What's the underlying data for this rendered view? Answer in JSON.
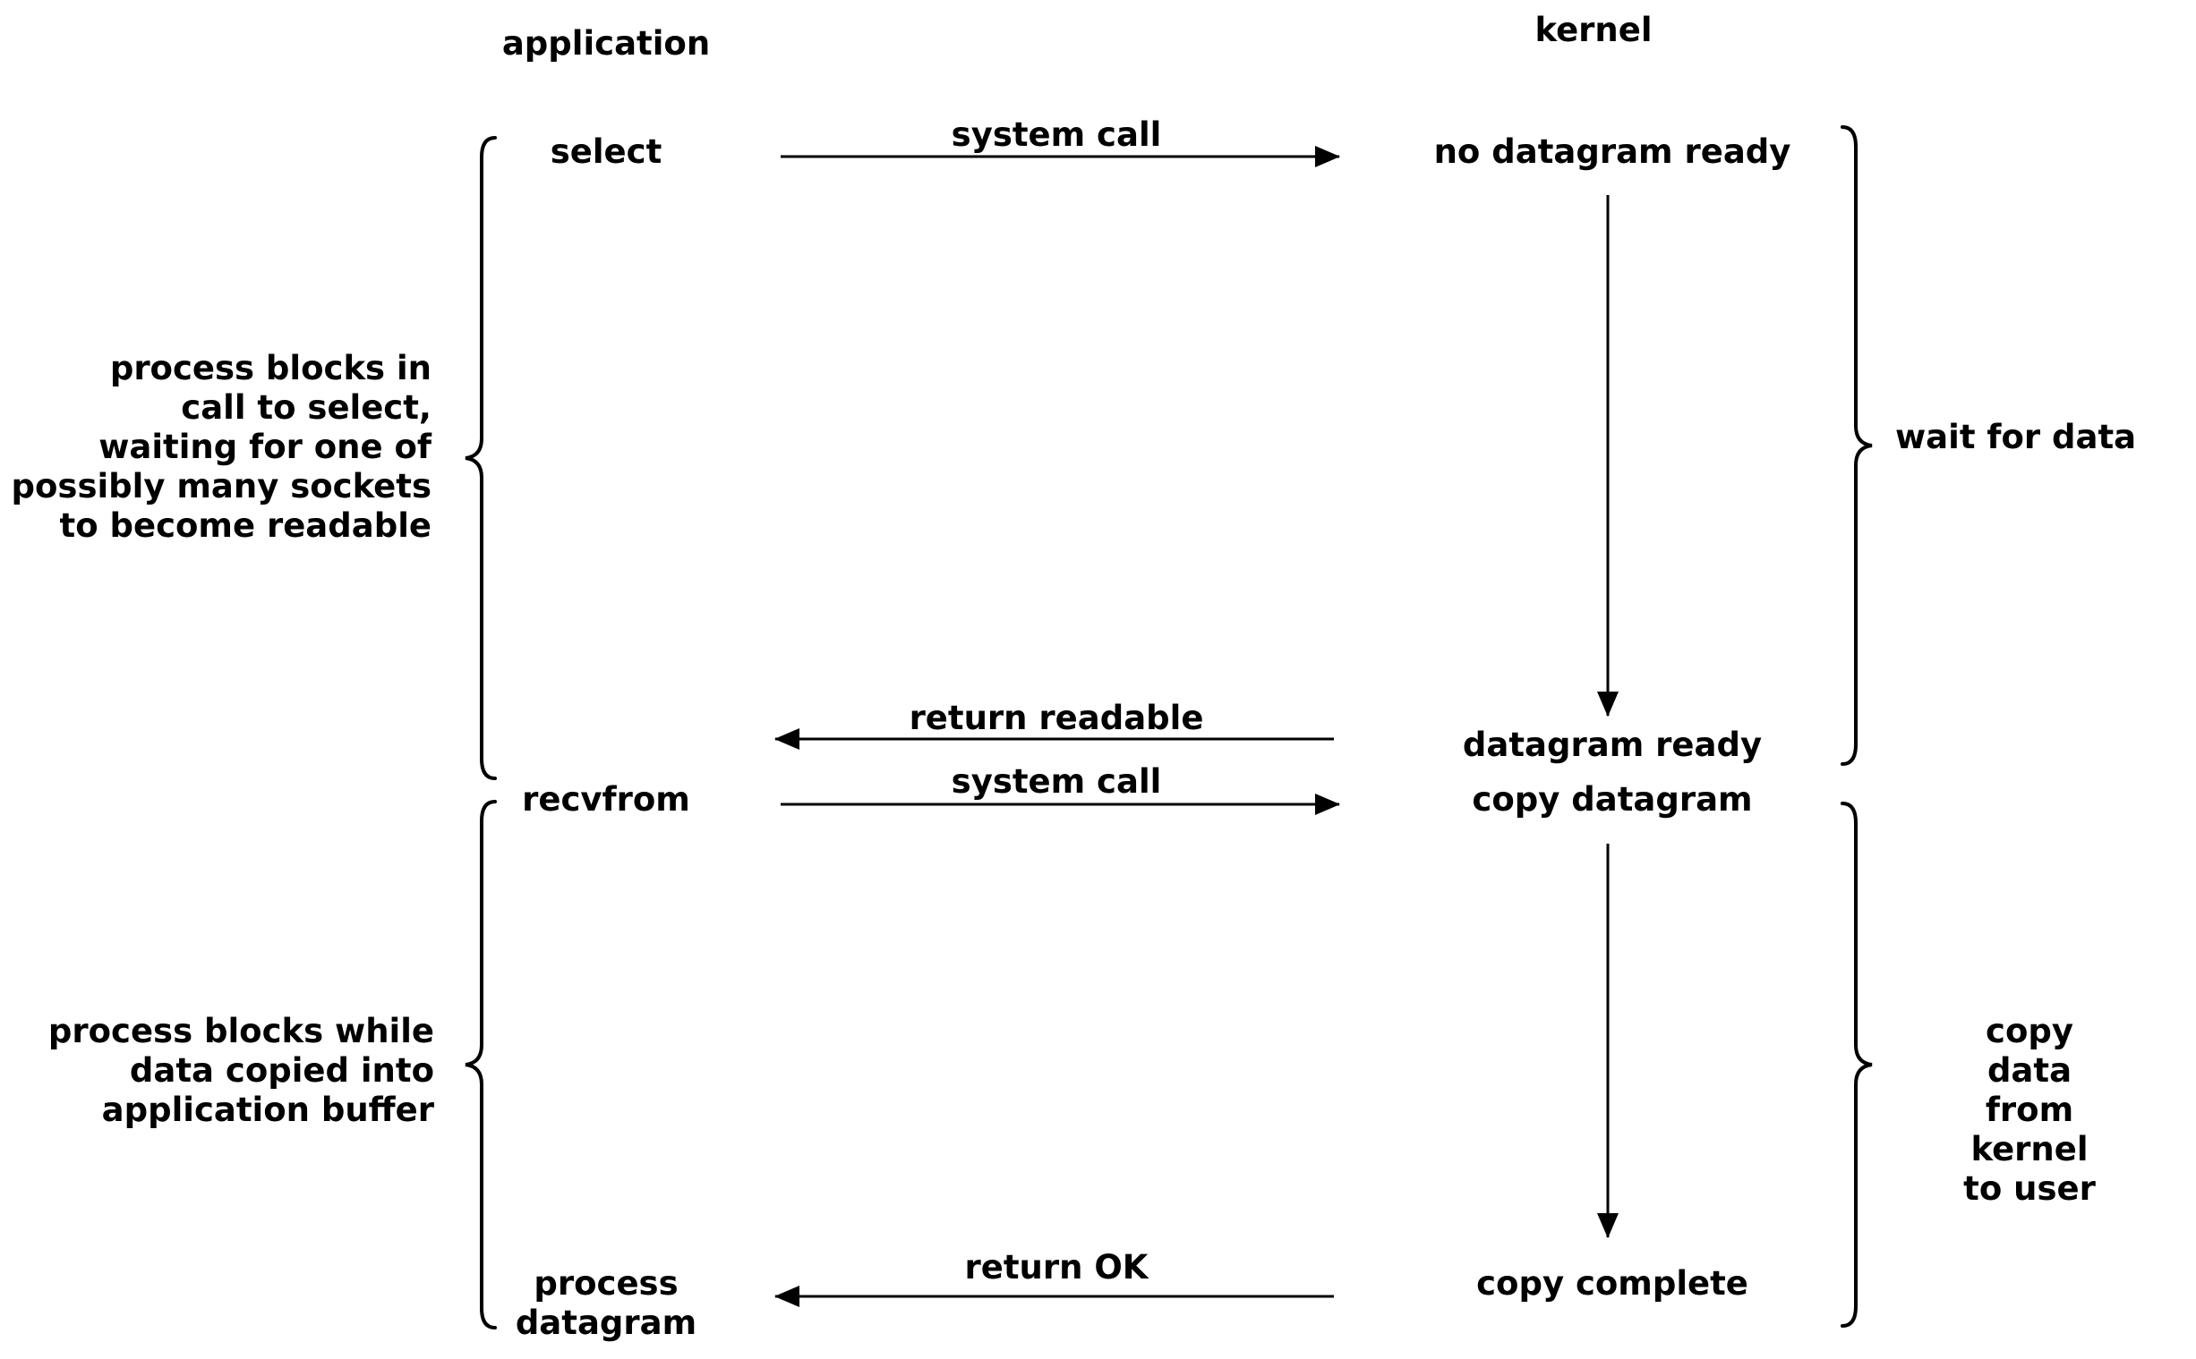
{
  "columns": {
    "application": "application",
    "kernel": "kernel"
  },
  "app_steps": {
    "select": "select",
    "recvfrom": "recvfrom",
    "process_datagram": "process\ndatagram"
  },
  "kernel_steps": {
    "no_datagram_ready": "no datagram ready",
    "datagram_ready": "datagram ready",
    "copy_datagram": "copy datagram",
    "copy_complete": "copy complete"
  },
  "arrows": {
    "system_call_1": "system call",
    "return_readable": "return readable",
    "system_call_2": "system call",
    "return_ok": "return OK"
  },
  "app_phases": {
    "blocks_in_select": "process blocks in\ncall to select,\nwaiting for one of\npossibly many sockets\nto become readable",
    "blocks_while_copy": "process blocks while\ndata copied into\napplication buffer"
  },
  "kernel_phases": {
    "wait_for_data": "wait for data",
    "copy_to_user": "copy data from\nkernel to user"
  },
  "colors": {
    "ink": "#000000",
    "background": "#ffffff"
  }
}
